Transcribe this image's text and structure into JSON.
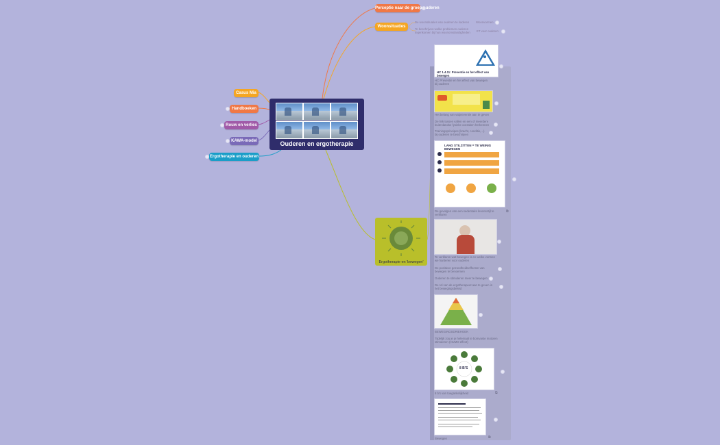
{
  "root": {
    "title": "Ouderen en ergotherapie"
  },
  "left_nodes": [
    {
      "label": "Casus Mia",
      "color": "#f5a623"
    },
    {
      "label": "Handboeken",
      "color": "#f07846"
    },
    {
      "label": "Rouw en verlies",
      "color": "#a05aa8"
    },
    {
      "label": "KAWA-model",
      "color": "#7a6ab8"
    },
    {
      "label": "Ergotherapie en ouderen",
      "color": "#1a9ec8"
    }
  ],
  "top_nodes": {
    "perceptie": {
      "label": "Perceptie naar de groep ouderen",
      "color": "#f07846"
    },
    "woonsituaties": {
      "label": "Woonsituaties",
      "color": "#f5a623",
      "items": [
        "De woonsituaties van ouderen te kaderen",
        "Te beschrijven welke problemen ouderen tegenkomen bij hun woonomstandigheden"
      ],
      "sub_items": [
        "Woonvormen",
        "ET voor ouderen"
      ]
    }
  },
  "bewegen_node": {
    "label": "Ergotherapie en 'bewegen'",
    "color": "#b9bf2a"
  },
  "right_column": {
    "thumb1_title": "HC 1.4.11: Preventie en het effect van bewegen",
    "items": [
      "HC Preventie en het effect van bewegen bij ouderen",
      "Het belang van valpreventie aan te geven",
      "De link tussen vallen en een of meerdere buitenlandse fysieke oorzaken herkennen",
      "Trainingsprincipes (kracht, conditie,...) bij ouderen te beschrijven",
      "De gevolgen van een sedentaire levensstijl te verklaren",
      "Te verklaren wat bewegen is en welke vormen we hanteren voor ouderen",
      "De positieve gezondheidseffecten van bewegen te benoemen",
      "Ouderen te stimuleren meer te bewegen",
      "De rol van de ergotherapeut aan te geven in het bewegingsbeleid",
      "BEWEGINGSDRIEHOEK",
      "Tijdelijk zou je je helemaal te bomvaste motoren stimuleren (HUMO effect)",
      "8 b's van toegankelijkheid",
      "Bewegen"
    ],
    "sitting_chart_title": "LANG STILZITTEN = TE WEINIG BEWEGEN",
    "eight_bs": "8 B'S"
  }
}
